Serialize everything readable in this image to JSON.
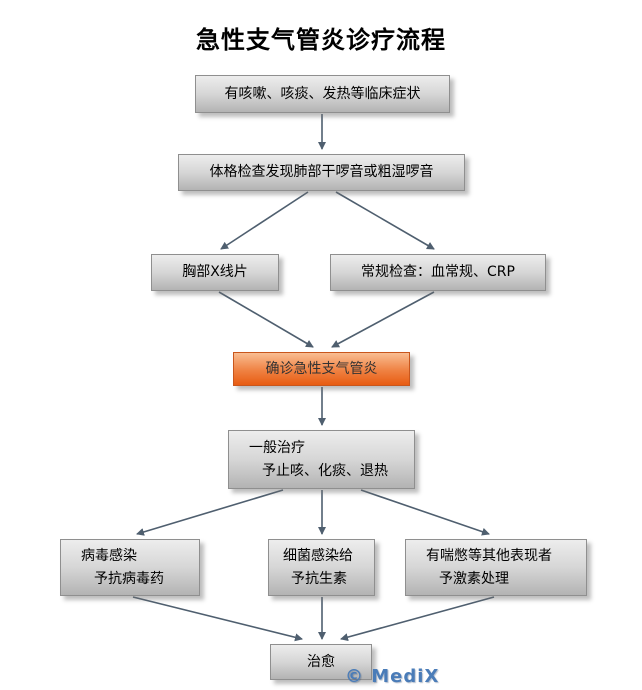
{
  "title": "急性支气管炎诊疗流程",
  "nodes": {
    "symptoms": {
      "label": "有咳嗽、咳痰、发热等临床症状"
    },
    "physical_exam": {
      "label": "体格检查发现肺部干啰音或粗湿啰音"
    },
    "chest_xray": {
      "label": "胸部X线片"
    },
    "routine_tests": {
      "label": "常规检查：血常规、CRP"
    },
    "diagnosis": {
      "label": "确诊急性支气管炎"
    },
    "general_treatment": {
      "line1": "一般治疗",
      "line2": "予止咳、化痰、退热"
    },
    "viral": {
      "line1": "病毒感染",
      "line2": "予抗病毒药"
    },
    "bacterial": {
      "line1": "细菌感染给",
      "line2": "予抗生素"
    },
    "wheezing": {
      "line1": "有喘憋等其他表现者",
      "line2": "予激素处理"
    },
    "cured": {
      "label": "治愈"
    }
  },
  "edges": [
    {
      "from": "symptoms",
      "to": "physical_exam"
    },
    {
      "from": "physical_exam",
      "to": "chest_xray"
    },
    {
      "from": "physical_exam",
      "to": "routine_tests"
    },
    {
      "from": "chest_xray",
      "to": "diagnosis"
    },
    {
      "from": "routine_tests",
      "to": "diagnosis"
    },
    {
      "from": "diagnosis",
      "to": "general_treatment"
    },
    {
      "from": "general_treatment",
      "to": "viral"
    },
    {
      "from": "general_treatment",
      "to": "bacterial"
    },
    {
      "from": "general_treatment",
      "to": "wheezing"
    },
    {
      "from": "viral",
      "to": "cured"
    },
    {
      "from": "bacterial",
      "to": "cured"
    },
    {
      "from": "wheezing",
      "to": "cured"
    }
  ],
  "watermark": "© MediX",
  "colors": {
    "title_text": "#000000",
    "node_top": "#ededed",
    "node_bottom": "#b3b3b3",
    "node_border": "#8f8f8f",
    "node_text": "#000000",
    "accent_top": "#f9bd92",
    "accent_bottom": "#e85c12",
    "accent_border": "#c9561c",
    "accent_text": "#333333",
    "arrow": "#4f5f6f",
    "watermark": "#4a7cb8"
  }
}
